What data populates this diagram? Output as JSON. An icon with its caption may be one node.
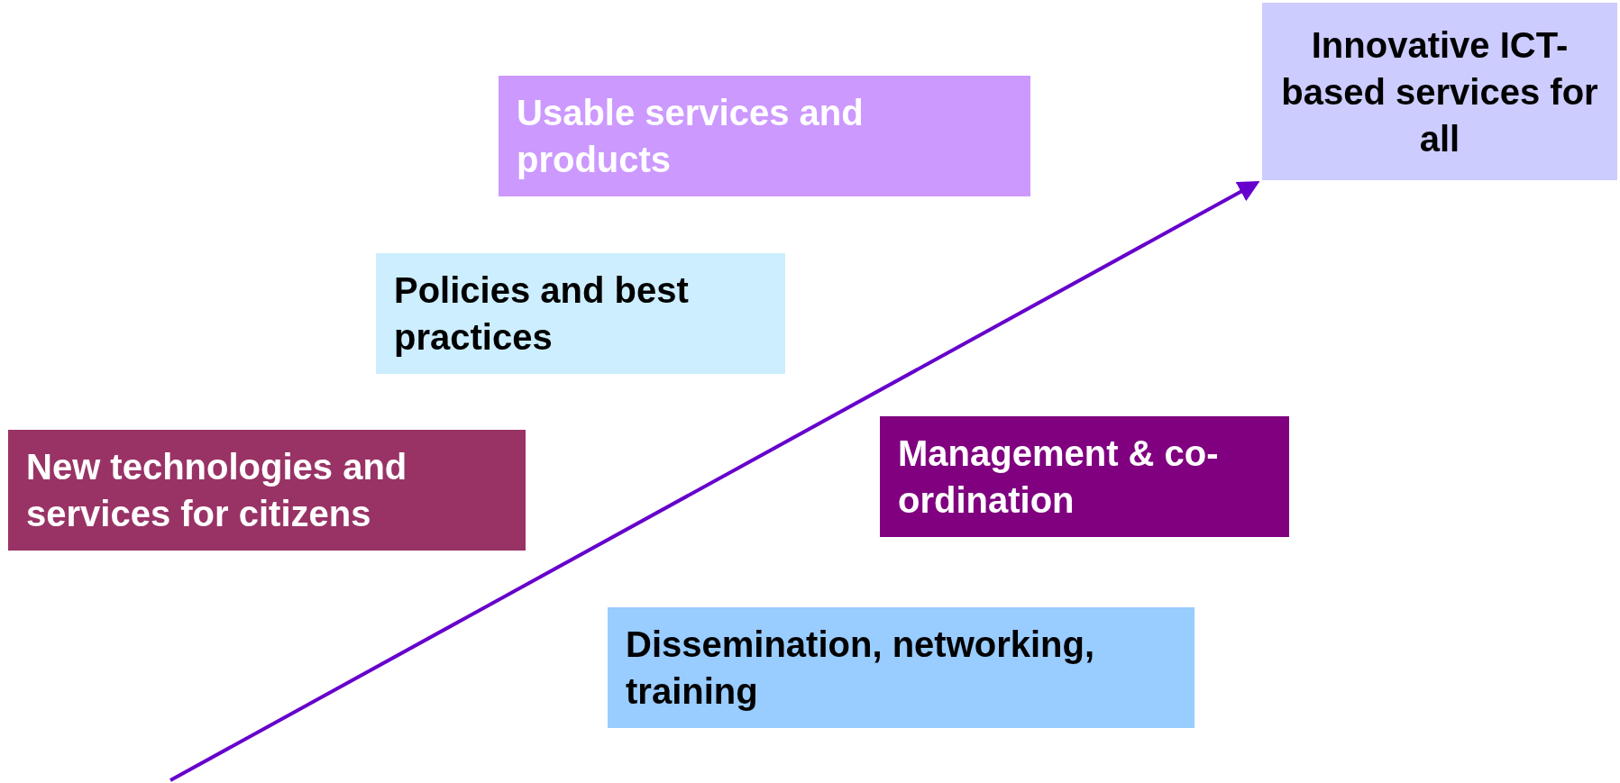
{
  "diagram": {
    "nodes": [
      {
        "text": [
          "Usable services and products"
        ]
      },
      {
        "text": [
          "Policies and best practices"
        ]
      },
      {
        "text": [
          "New technologies and services for citizens"
        ]
      },
      {
        "text": [
          "Management & co-ordination"
        ]
      },
      {
        "text": [
          "Dissemination, networking, training"
        ]
      },
      {
        "text": [
          "Innovative ICT-based services for all"
        ]
      }
    ],
    "edges": [
      {
        "from": null,
        "to": 5,
        "arrow": "to",
        "color": "#6600cc"
      }
    ]
  }
}
